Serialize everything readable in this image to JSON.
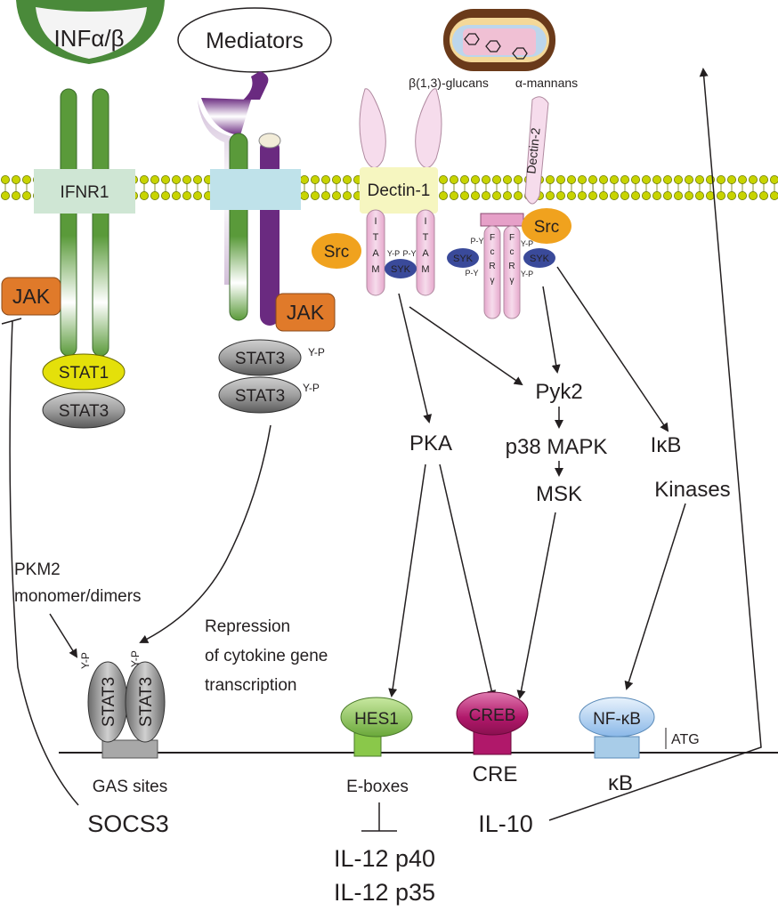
{
  "receptors": {
    "ifn_ligand": "INFα/β",
    "ifnr1": "IFNR1",
    "mediators": "Mediators",
    "dectin1": "Dectin-1",
    "dectin2": "Dectin-2",
    "itam": "I T A M",
    "fcr": "F c R γ",
    "glucans": "β(1,3)-glucans",
    "mannans": "α-mannans"
  },
  "kinases": {
    "jak": "JAK",
    "src": "Src",
    "syk": "SYK",
    "stat1": "STAT1",
    "stat3": "STAT3",
    "yp": "Y-P",
    "py": "P-Y"
  },
  "pathway": {
    "pka": "PKA",
    "pyk2": "Pyk2",
    "p38": "p38 MAPK",
    "msk": "MSK",
    "ikb": "IκB",
    "ikb_kinases": "Kinases",
    "pkm2_line1": "PKM2",
    "pkm2_line2": "monomer/dimers",
    "repression_line1": "Repression",
    "repression_line2": "of cytokine gene",
    "repression_line3": "transcription"
  },
  "nucleus": {
    "hes1": "HES1",
    "creb": "CREB",
    "nfkb": "NF-κB",
    "atg": "ATG",
    "gas_sites": "GAS sites",
    "eboxes": "E-boxes",
    "cre": "CRE",
    "kb": "κB",
    "socs3": "SOCS3",
    "il10": "IL-10",
    "il12p40": "IL-12 p40",
    "il12p35": "IL-12 p35"
  },
  "colors": {
    "green": "#5a9a3a",
    "purple": "#6a2a80",
    "jak_orange": "#e07a2a",
    "src_orange": "#f0a21e",
    "stat1_yellow": "#e4e00a",
    "syk_blue": "#3a4a9a",
    "membrane_yellow": "#c8d400",
    "hes1_green": "#7ab84a",
    "creb_magenta": "#b0186a",
    "nfkb_blue": "#8ab8e8",
    "ifn_red": "#8a1a2a"
  }
}
